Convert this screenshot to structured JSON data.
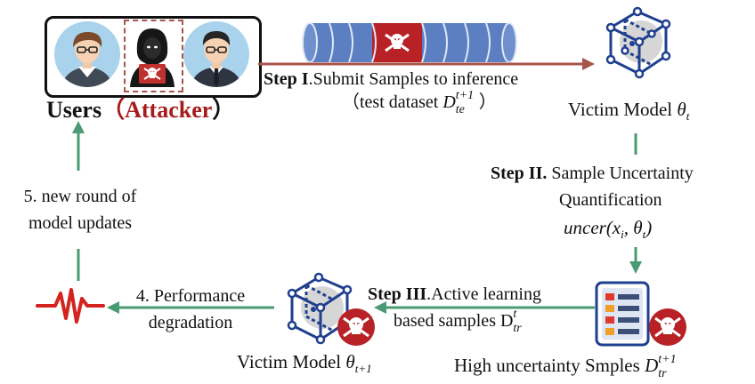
{
  "users": {
    "label": "Users",
    "paren_open": "（",
    "attacker": "Attacker",
    "paren_close": "）"
  },
  "step1": {
    "bold": "Step I",
    "text": ".Submit Samples to inference",
    "sub_prefix": "（test dataset ",
    "sub_D": "D",
    "sub_sup": "t+1",
    "sub_sub": "te",
    "sub_suffix": "）"
  },
  "victim_top": {
    "label": "Victim Model ",
    "theta": "θ",
    "sub": "t"
  },
  "step2": {
    "bold": "Step II.",
    "line1": " Sample Uncertainty",
    "line2": "Quantification",
    "formula": "uncer(x",
    "formula_sub": "i",
    "formula_mid": ", θ",
    "formula_sub2": "t",
    "formula_end": ")"
  },
  "step5": {
    "line1": "5. new round of",
    "line2": "model updates"
  },
  "step4": {
    "line1": "4. Performance",
    "line2": "degradation"
  },
  "step3": {
    "bold": "Step III",
    "line1": ".Active learning",
    "line2": "based samples D",
    "sup": "t",
    "sub": "tr"
  },
  "victim_bottom": {
    "label": "Victim Model ",
    "theta": "θ",
    "sub": "t+1"
  },
  "high_unc": {
    "label": "High uncertainty Smples ",
    "D": "D",
    "sup": "t+1",
    "sub": "tr"
  },
  "colors": {
    "green": "#4a9b73",
    "red": "#c0302f",
    "darkred": "#a61b1b",
    "pipe_blue": "#5b7fc0",
    "cube_blue": "#1f3f8f"
  }
}
